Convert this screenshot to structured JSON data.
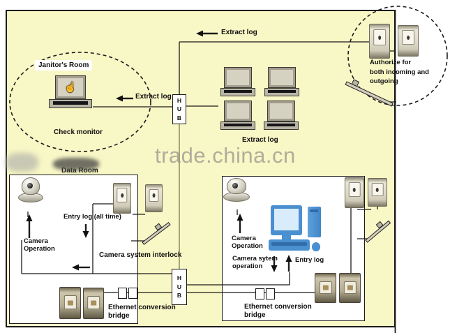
{
  "watermark": "trade.china.cn",
  "colors": {
    "bg": "#f8f7c6",
    "line": "#1b1b1b",
    "olive": "#8f8f64",
    "blue": "#4a8fd0",
    "wm": "#9d9d90"
  },
  "icons": {
    "hand_cursor": "☝"
  },
  "top_section": {
    "extract_log_top": "Extract log",
    "extract_log_mid": "Extract log",
    "extract_log_laptops": "Extract log",
    "hub_label": "H\nU\nB",
    "janitors_room": "Janitor's Room",
    "check_monitor": "Check monitor",
    "authorize_note": "Authorize for\nboth incoming and\noutgoing"
  },
  "data_room": {
    "title": "Data Room",
    "hub_label": "H\nU\nB",
    "left": {
      "camera_operation": "Camera\nOperation",
      "entry_log": "Entry log (all time)",
      "interlock": "Camera system interlock",
      "bridge": "Ethernet conversion\nbridge"
    },
    "right": {
      "camera_operation": "Camera\nOperation",
      "camera_system_operation": "Camera sytem\noperation",
      "entry_log": "Entry log",
      "bridge": "Ethernet conversion\nbridge"
    }
  }
}
